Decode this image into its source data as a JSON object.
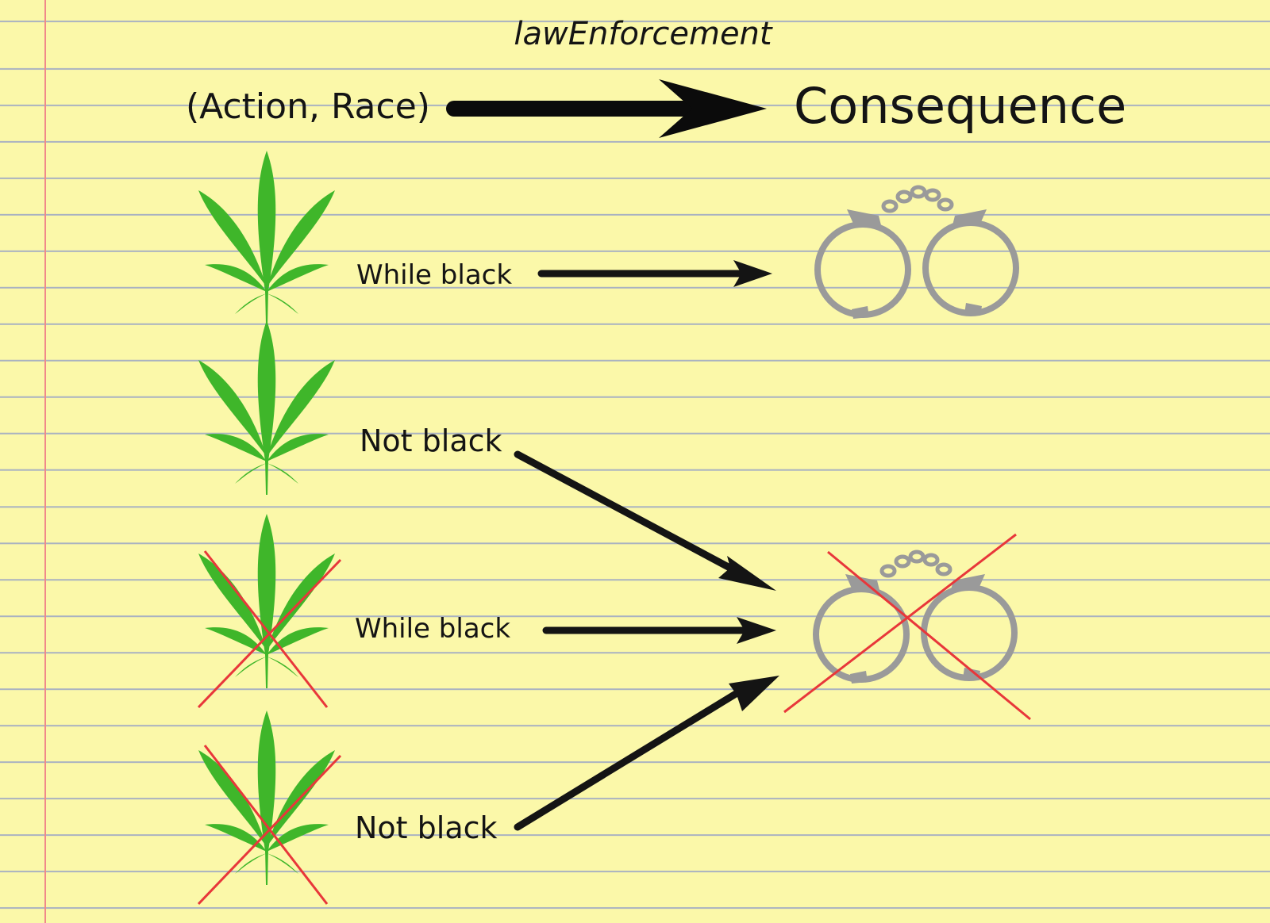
{
  "title": "lawEnforcement",
  "header": {
    "input_label": "(Action,  Race)",
    "output_label": "Consequence"
  },
  "rows": [
    {
      "race_label": "While black"
    },
    {
      "race_label": "Not black"
    },
    {
      "race_label": "While black"
    },
    {
      "race_label": "Not black"
    }
  ],
  "colors": {
    "paper": "#fbf8a9",
    "rule_line": "#a9b2c1",
    "margin_line": "#f08a8a",
    "leaf": "#3fb62a",
    "cross": "#e8373a",
    "handcuffs": "#9a9a9a",
    "ink": "#141414"
  }
}
